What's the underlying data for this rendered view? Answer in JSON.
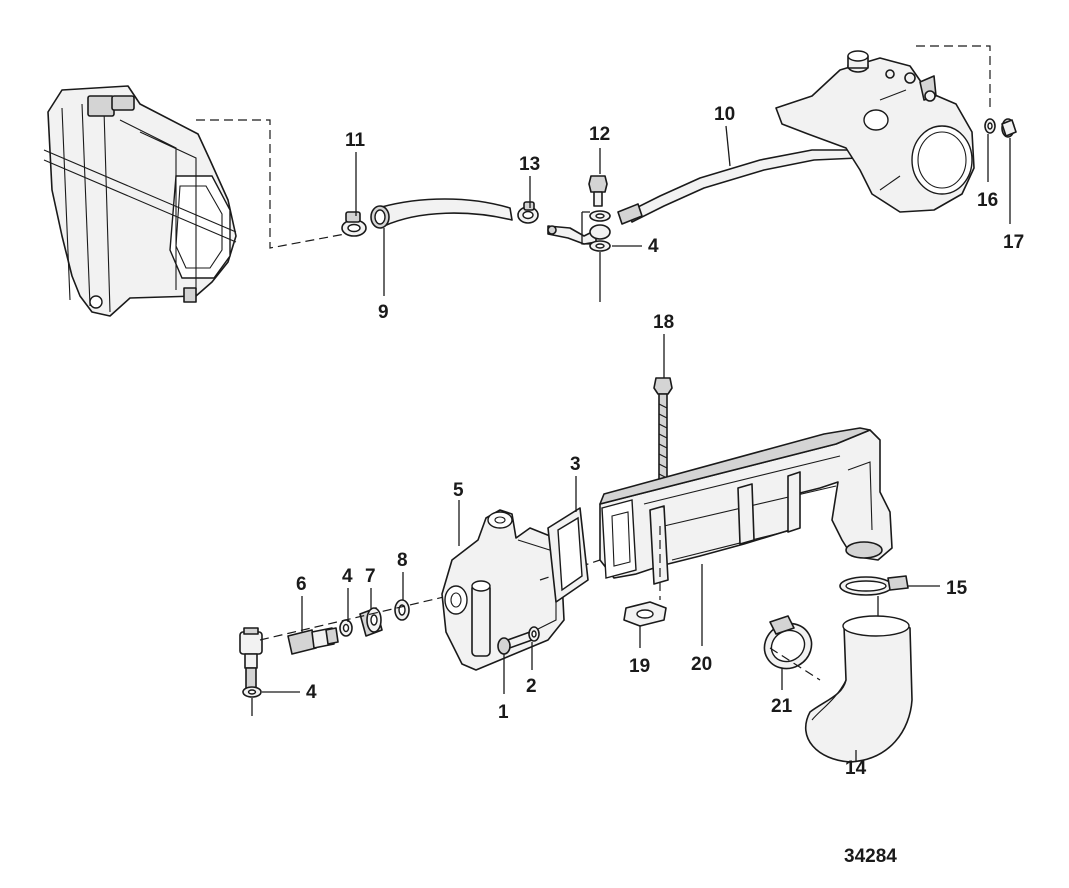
{
  "callouts": {
    "c1": "1",
    "c2": "2",
    "c3": "3",
    "c4a": "4",
    "c4b": "4",
    "c4c": "4",
    "c5": "5",
    "c6": "6",
    "c7": "7",
    "c8": "8",
    "c9": "9",
    "c10": "10",
    "c11": "11",
    "c12": "12",
    "c13": "13",
    "c14": "14",
    "c15": "15",
    "c16": "16",
    "c17": "17",
    "c18": "18",
    "c19": "19",
    "c20": "20",
    "c21": "21"
  },
  "figure_number": "34284"
}
